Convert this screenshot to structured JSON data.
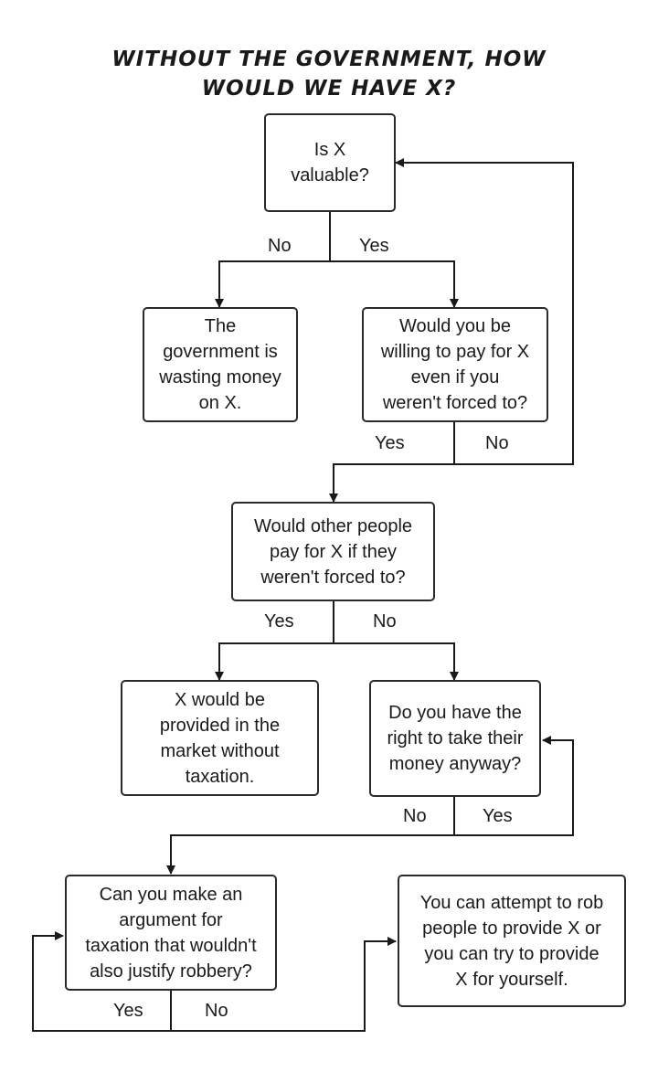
{
  "title": {
    "line1": "WITHOUT THE GOVERNMENT, HOW",
    "line2": "WOULD WE HAVE X?"
  },
  "nodes": {
    "valuable": "Is X\nvaluable?",
    "wasting": "The\ngovernment is\nwasting money\non X.",
    "willing_pay": "Would you be\nwilling to pay for X\neven if you\nweren't forced to?",
    "others_pay": "Would other people\npay for X if they\nweren't forced to?",
    "market": "X would be\nprovided in the\nmarket without\ntaxation.",
    "right_take": "Do you have the\nright to take their\nmoney anyway?",
    "argument": "Can you make an\nargument for\ntaxation that wouldn't\nalso justify robbery?",
    "rob": "You can attempt to rob\npeople to provide X or\nyou can try to provide\nX for yourself."
  },
  "edge_labels": {
    "valuable_no": "No",
    "valuable_yes": "Yes",
    "willing_yes": "Yes",
    "willing_no": "No",
    "others_yes": "Yes",
    "others_no": "No",
    "right_no": "No",
    "right_yes": "Yes",
    "argument_yes": "Yes",
    "argument_no": "No"
  }
}
